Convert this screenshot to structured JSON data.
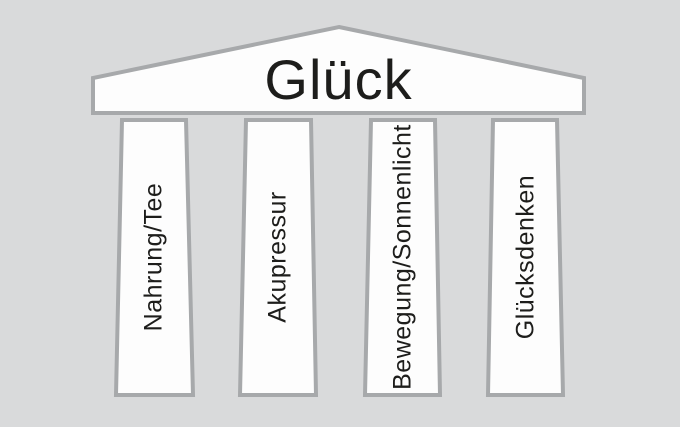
{
  "diagram": {
    "type": "temple-pillars",
    "title": "Glück",
    "pillars": [
      {
        "label": "Nahrung/Tee"
      },
      {
        "label": "Akupressur"
      },
      {
        "label": "Bewegung/Sonnenlicht"
      },
      {
        "label": "Glücksdenken"
      }
    ],
    "colors": {
      "background": "#d9dadb",
      "shape_fill": "#fdfdfd",
      "border": "#a7a9ab",
      "text": "#1d1d1b"
    }
  }
}
